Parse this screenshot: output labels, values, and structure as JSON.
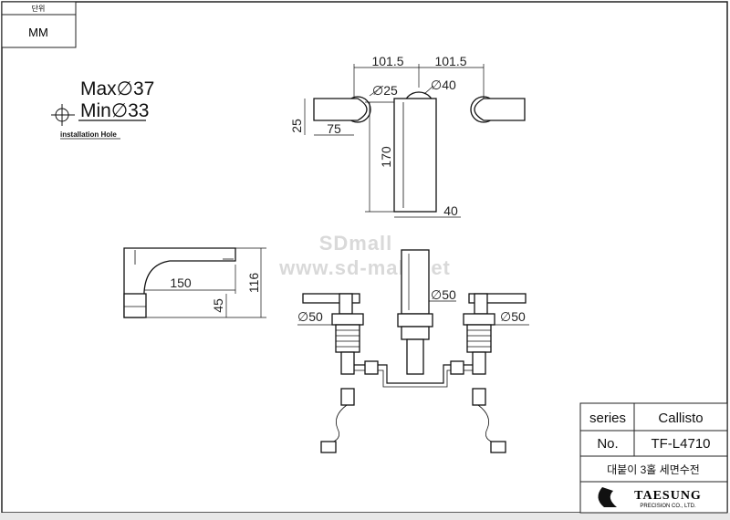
{
  "unit_box": {
    "header": "단위",
    "value": "MM"
  },
  "hole": {
    "max": "Max∅37",
    "min": "Min∅33",
    "caption": "installation Hole"
  },
  "top_view": {
    "dim_left": "101.5",
    "dim_right": "101.5",
    "dia_handle": "∅25",
    "dia_spout": "∅40",
    "handle_height": "25",
    "handle_length": "75",
    "spout_height": "170",
    "spout_width": "40"
  },
  "side_view": {
    "reach": "150",
    "base_height": "45",
    "total_height": "116"
  },
  "front_view": {
    "dia_left": "∅50",
    "dia_center": "∅50",
    "dia_right": "∅50"
  },
  "watermark": {
    "line1": "SDmall",
    "line2": "www.sd-mall.net"
  },
  "title_block": {
    "series_label": "series",
    "series_value": "Callisto",
    "no_label": "No.",
    "no_value": "TF-L4710",
    "description": "대붙이 3홀 세면수전",
    "brand": "TAESUNG",
    "brand_sub": "PRECISION CO., LTD."
  }
}
